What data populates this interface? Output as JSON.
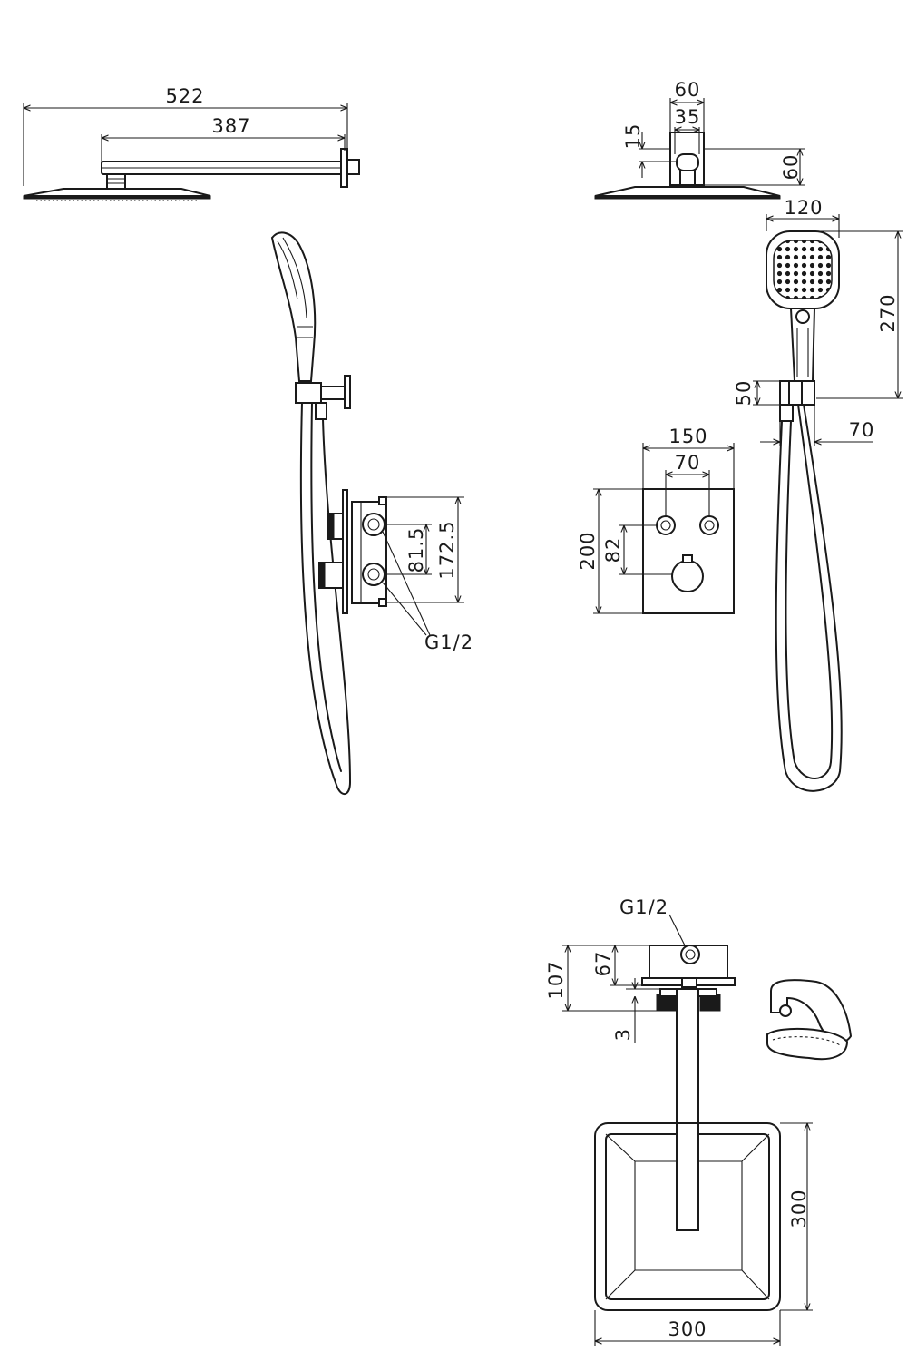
{
  "dimensions": {
    "d522": "522",
    "d387": "387",
    "d60_top": "60",
    "d35": "35",
    "d15": "15",
    "d60_side": "60",
    "d120": "120",
    "d270": "270",
    "d50": "50",
    "d70_right": "70",
    "d150": "150",
    "d70_valve": "70",
    "d200": "200",
    "d82": "82",
    "d81_5": "81.5",
    "d172_5": "172.5",
    "d107": "107",
    "d67": "67",
    "d3": "3",
    "d300_side": "300",
    "d300_bottom": "300"
  },
  "labels": {
    "thread_side": "G1/2",
    "thread_top": "G1/2"
  },
  "colors": {
    "line": "#1a1a1a",
    "background": "#ffffff"
  }
}
